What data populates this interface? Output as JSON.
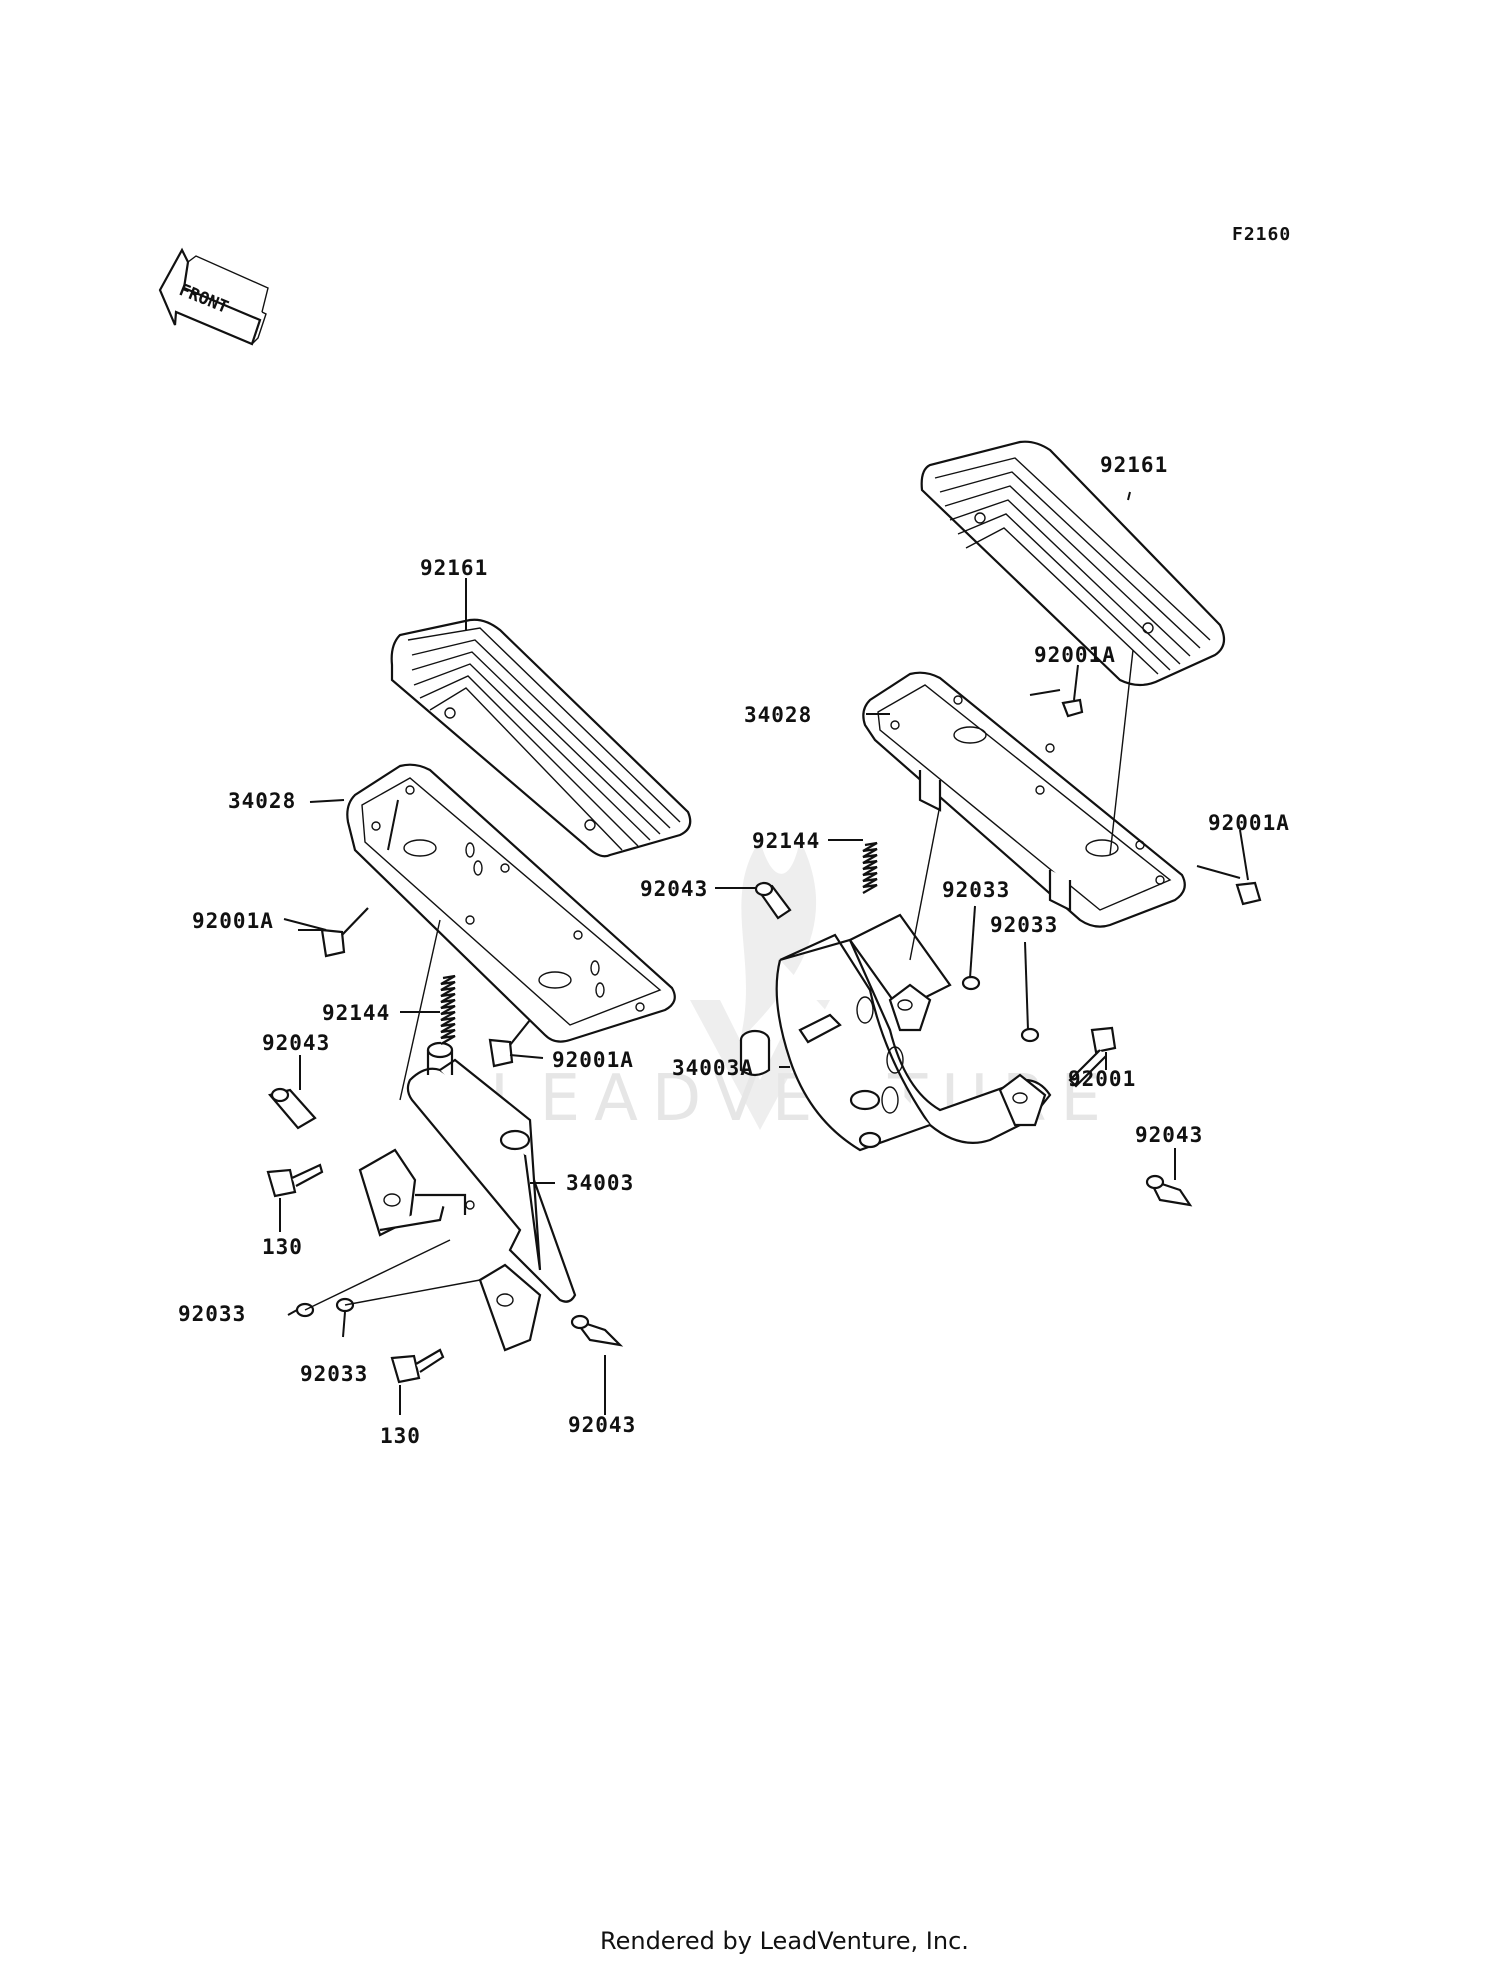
{
  "diagram": {
    "code": "F2160",
    "front_label": "FRONT",
    "watermark": "LEADVENTURE",
    "footer": "Rendered by LeadVenture, Inc.",
    "labels": {
      "l_92161": "92161",
      "l_34028": "34028",
      "l_92001A_a": "92001A",
      "l_92144": "92144",
      "l_92001A_b": "92001A",
      "l_92043_a": "92043",
      "l_34003": "34003",
      "l_130_a": "130",
      "l_92033_a": "92033",
      "l_92033_b": "92033",
      "l_130_b": "130",
      "l_92043_b": "92043",
      "r_92161": "92161",
      "r_92001A_a": "92001A",
      "r_34028": "34028",
      "r_92001A_b": "92001A",
      "r_92144": "92144",
      "r_92043_a": "92043",
      "r_92033_a": "92033",
      "r_92033_b": "92033",
      "r_34003A": "34003A",
      "r_92001": "92001",
      "r_92043_b": "92043"
    }
  }
}
